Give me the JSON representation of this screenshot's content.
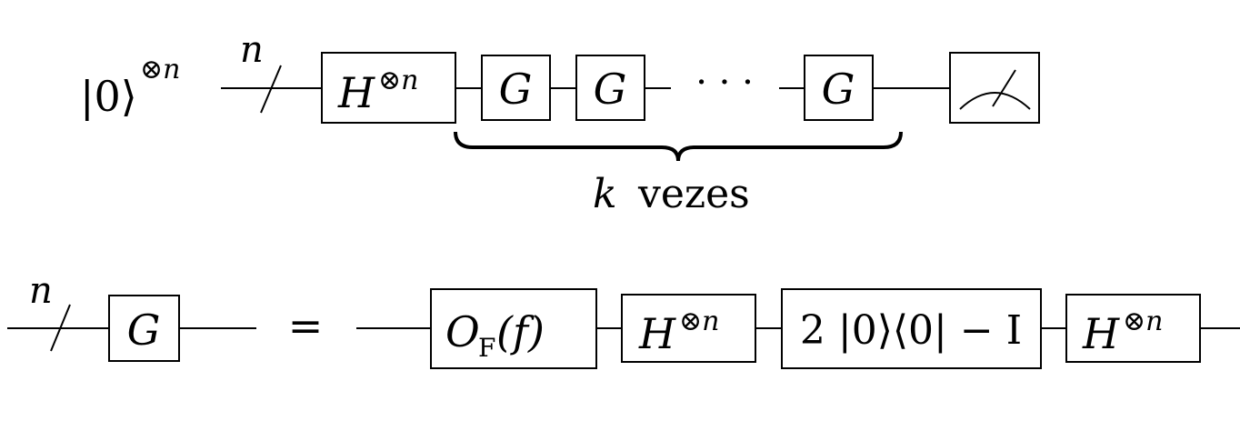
{
  "circuit1": {
    "input_ket": "|0⟩",
    "input_exp": "⊗n",
    "bus_n": "n",
    "hadamard": {
      "base": "H",
      "exp": "⊗n"
    },
    "g1": "G",
    "g2": "G",
    "dots": "· · ·",
    "g3": "G",
    "brace_k": "k",
    "brace_word": "vezes"
  },
  "circuit2": {
    "bus_n": "n",
    "g": "G",
    "equals": "=",
    "oracle": {
      "base": "O",
      "sub": "F",
      "arg": "(f)"
    },
    "hadamard1": {
      "base": "H",
      "exp": "⊗n"
    },
    "reflection": "2 |0⟩⟨0| − I",
    "hadamard2": {
      "base": "H",
      "exp": "⊗n"
    }
  }
}
